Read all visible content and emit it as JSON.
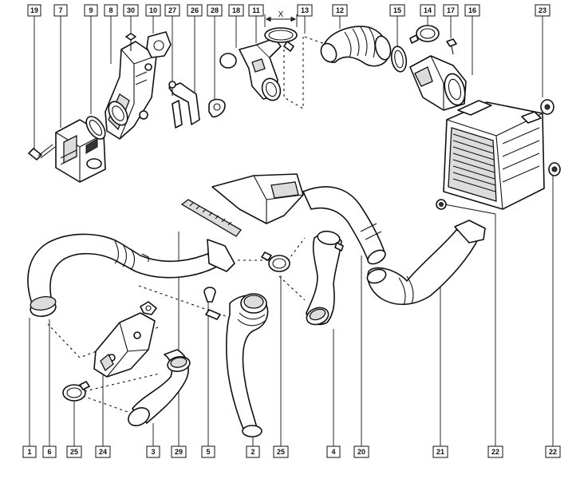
{
  "callouts_top": [
    "19",
    "7",
    "9",
    "8",
    "30",
    "10",
    "27",
    "26",
    "28",
    "18",
    "11",
    "X",
    "13",
    "12",
    "15",
    "14",
    "17",
    "16",
    "23"
  ],
  "callouts_bottom": [
    "1",
    "6",
    "25",
    "24",
    "3",
    "29",
    "5",
    "2",
    "25",
    "4",
    "20",
    "21",
    "22",
    "22"
  ],
  "colors": {
    "line": "#111111",
    "background": "#ffffff"
  }
}
